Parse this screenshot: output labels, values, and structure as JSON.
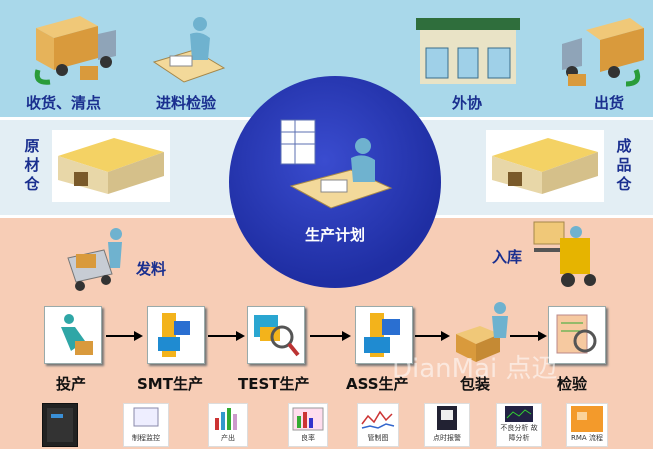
{
  "top": {
    "receive": "收货、清点",
    "incoming_check": "进料检验",
    "outsource": "外协",
    "ship": "出货"
  },
  "middle": {
    "raw_warehouse": "原材仓",
    "finished_warehouse": "成品仓"
  },
  "center": {
    "label": "生产计划"
  },
  "flow": {
    "issue": "发料",
    "stock_in": "入库"
  },
  "process": [
    "投产",
    "SMT生产",
    "TEST生产",
    "ASS生产",
    "包装",
    "检验"
  ],
  "tools": [
    "",
    "制程监控",
    "产出",
    "良率",
    "管制图",
    "点时报警",
    "不良分析 故障分析",
    "RMA 流程"
  ],
  "watermark": "DianMai 点迈",
  "colors": {
    "label_blue": "#1a2f8f",
    "circle_blue": "#1f2ea3",
    "top_band": "#a9d8ea",
    "bottom_band": "#f7cdb6"
  }
}
